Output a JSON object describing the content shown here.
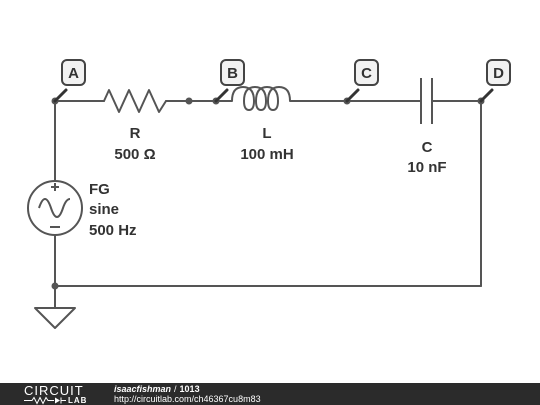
{
  "nodes": {
    "a": "A",
    "b": "B",
    "c": "C",
    "d": "D"
  },
  "components": {
    "resistor": {
      "name": "R",
      "value": "500 Ω"
    },
    "inductor": {
      "name": "L",
      "value": "100 mH"
    },
    "capacitor": {
      "name": "C",
      "value": "10 nF"
    },
    "source": {
      "name": "FG",
      "type": "sine",
      "frequency": "500 Hz"
    }
  },
  "footer": {
    "logo_top": "CIRCUIT",
    "logo_bottom": "LAB",
    "author": "isaacfishman",
    "separator": "/",
    "circuit_id": "1013",
    "url": "http://circuitlab.com/ch46367cu8m83"
  },
  "colors": {
    "wire": "#555555",
    "probe_border": "#444444",
    "probe_fill": "#f2f2f2",
    "footer_bg": "#2b2b2b"
  }
}
